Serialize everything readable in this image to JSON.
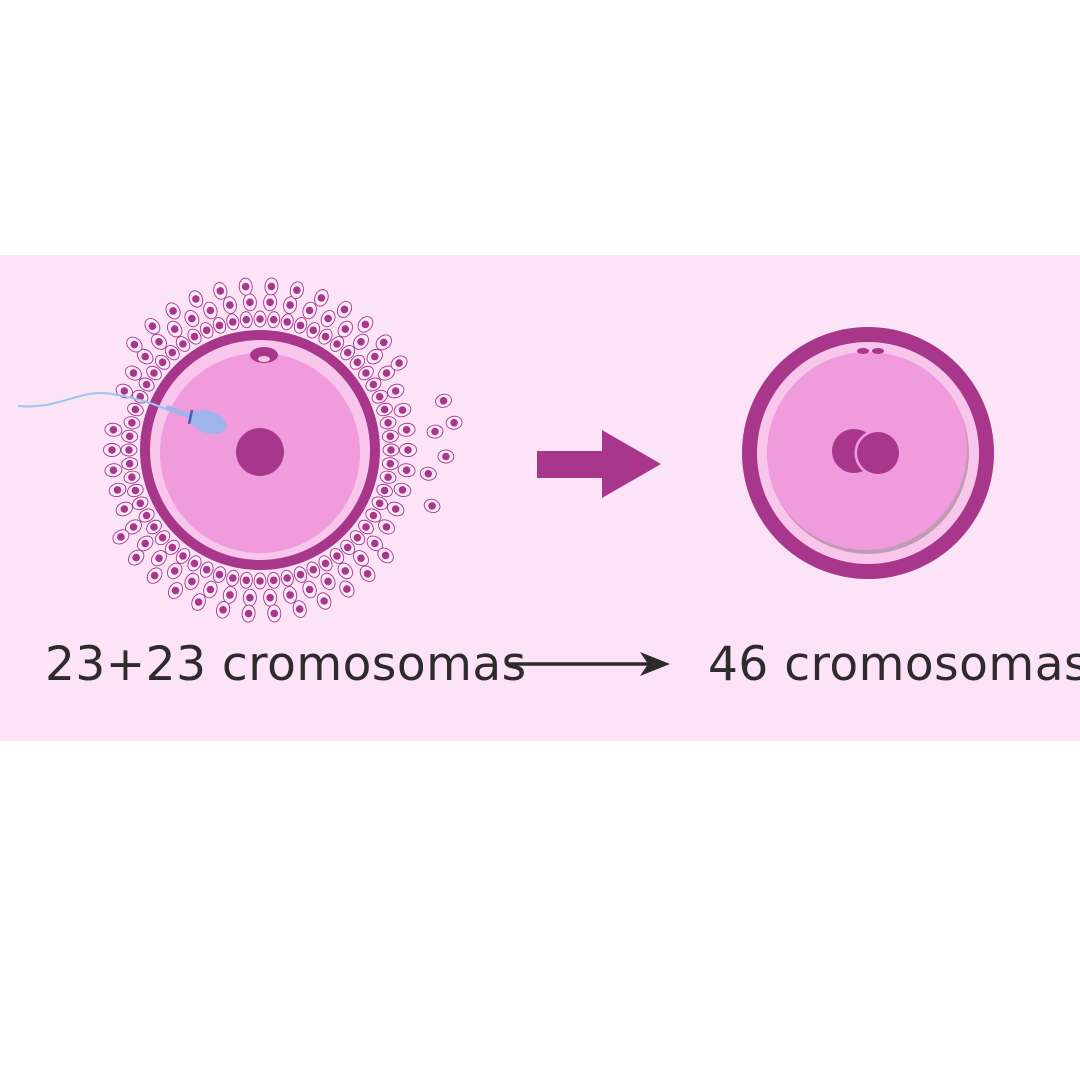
{
  "labels": {
    "before": "23+23 cromosomas",
    "after": "46 cromosomas"
  },
  "colors": {
    "band": "#fde3f8",
    "magenta": "#a8378c",
    "zona": "#f7c6ea",
    "cytoplasm": "#f09bdb",
    "follicle_cell": "#fdeafa",
    "sperm": "#9fb4ec",
    "text": "#2e2a2e"
  },
  "icons": {
    "process_arrow": "right-arrow",
    "label_arrow": "long-right-arrow"
  }
}
